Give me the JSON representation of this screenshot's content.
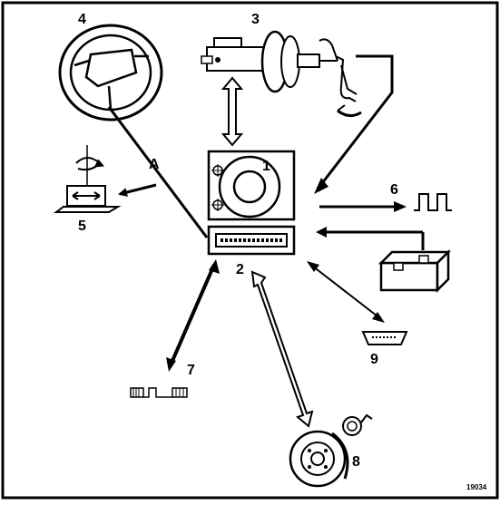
{
  "labels": {
    "n1": "1",
    "n2": "2",
    "n3": "3",
    "n4": "4",
    "n5": "5",
    "n6": "6",
    "n7": "7",
    "n8": "8",
    "n9": "9",
    "a": "A"
  },
  "figure_ref": "19034",
  "colors": {
    "stroke": "#000000",
    "background": "#ffffff",
    "fill_gray": "#d9d9d9"
  }
}
